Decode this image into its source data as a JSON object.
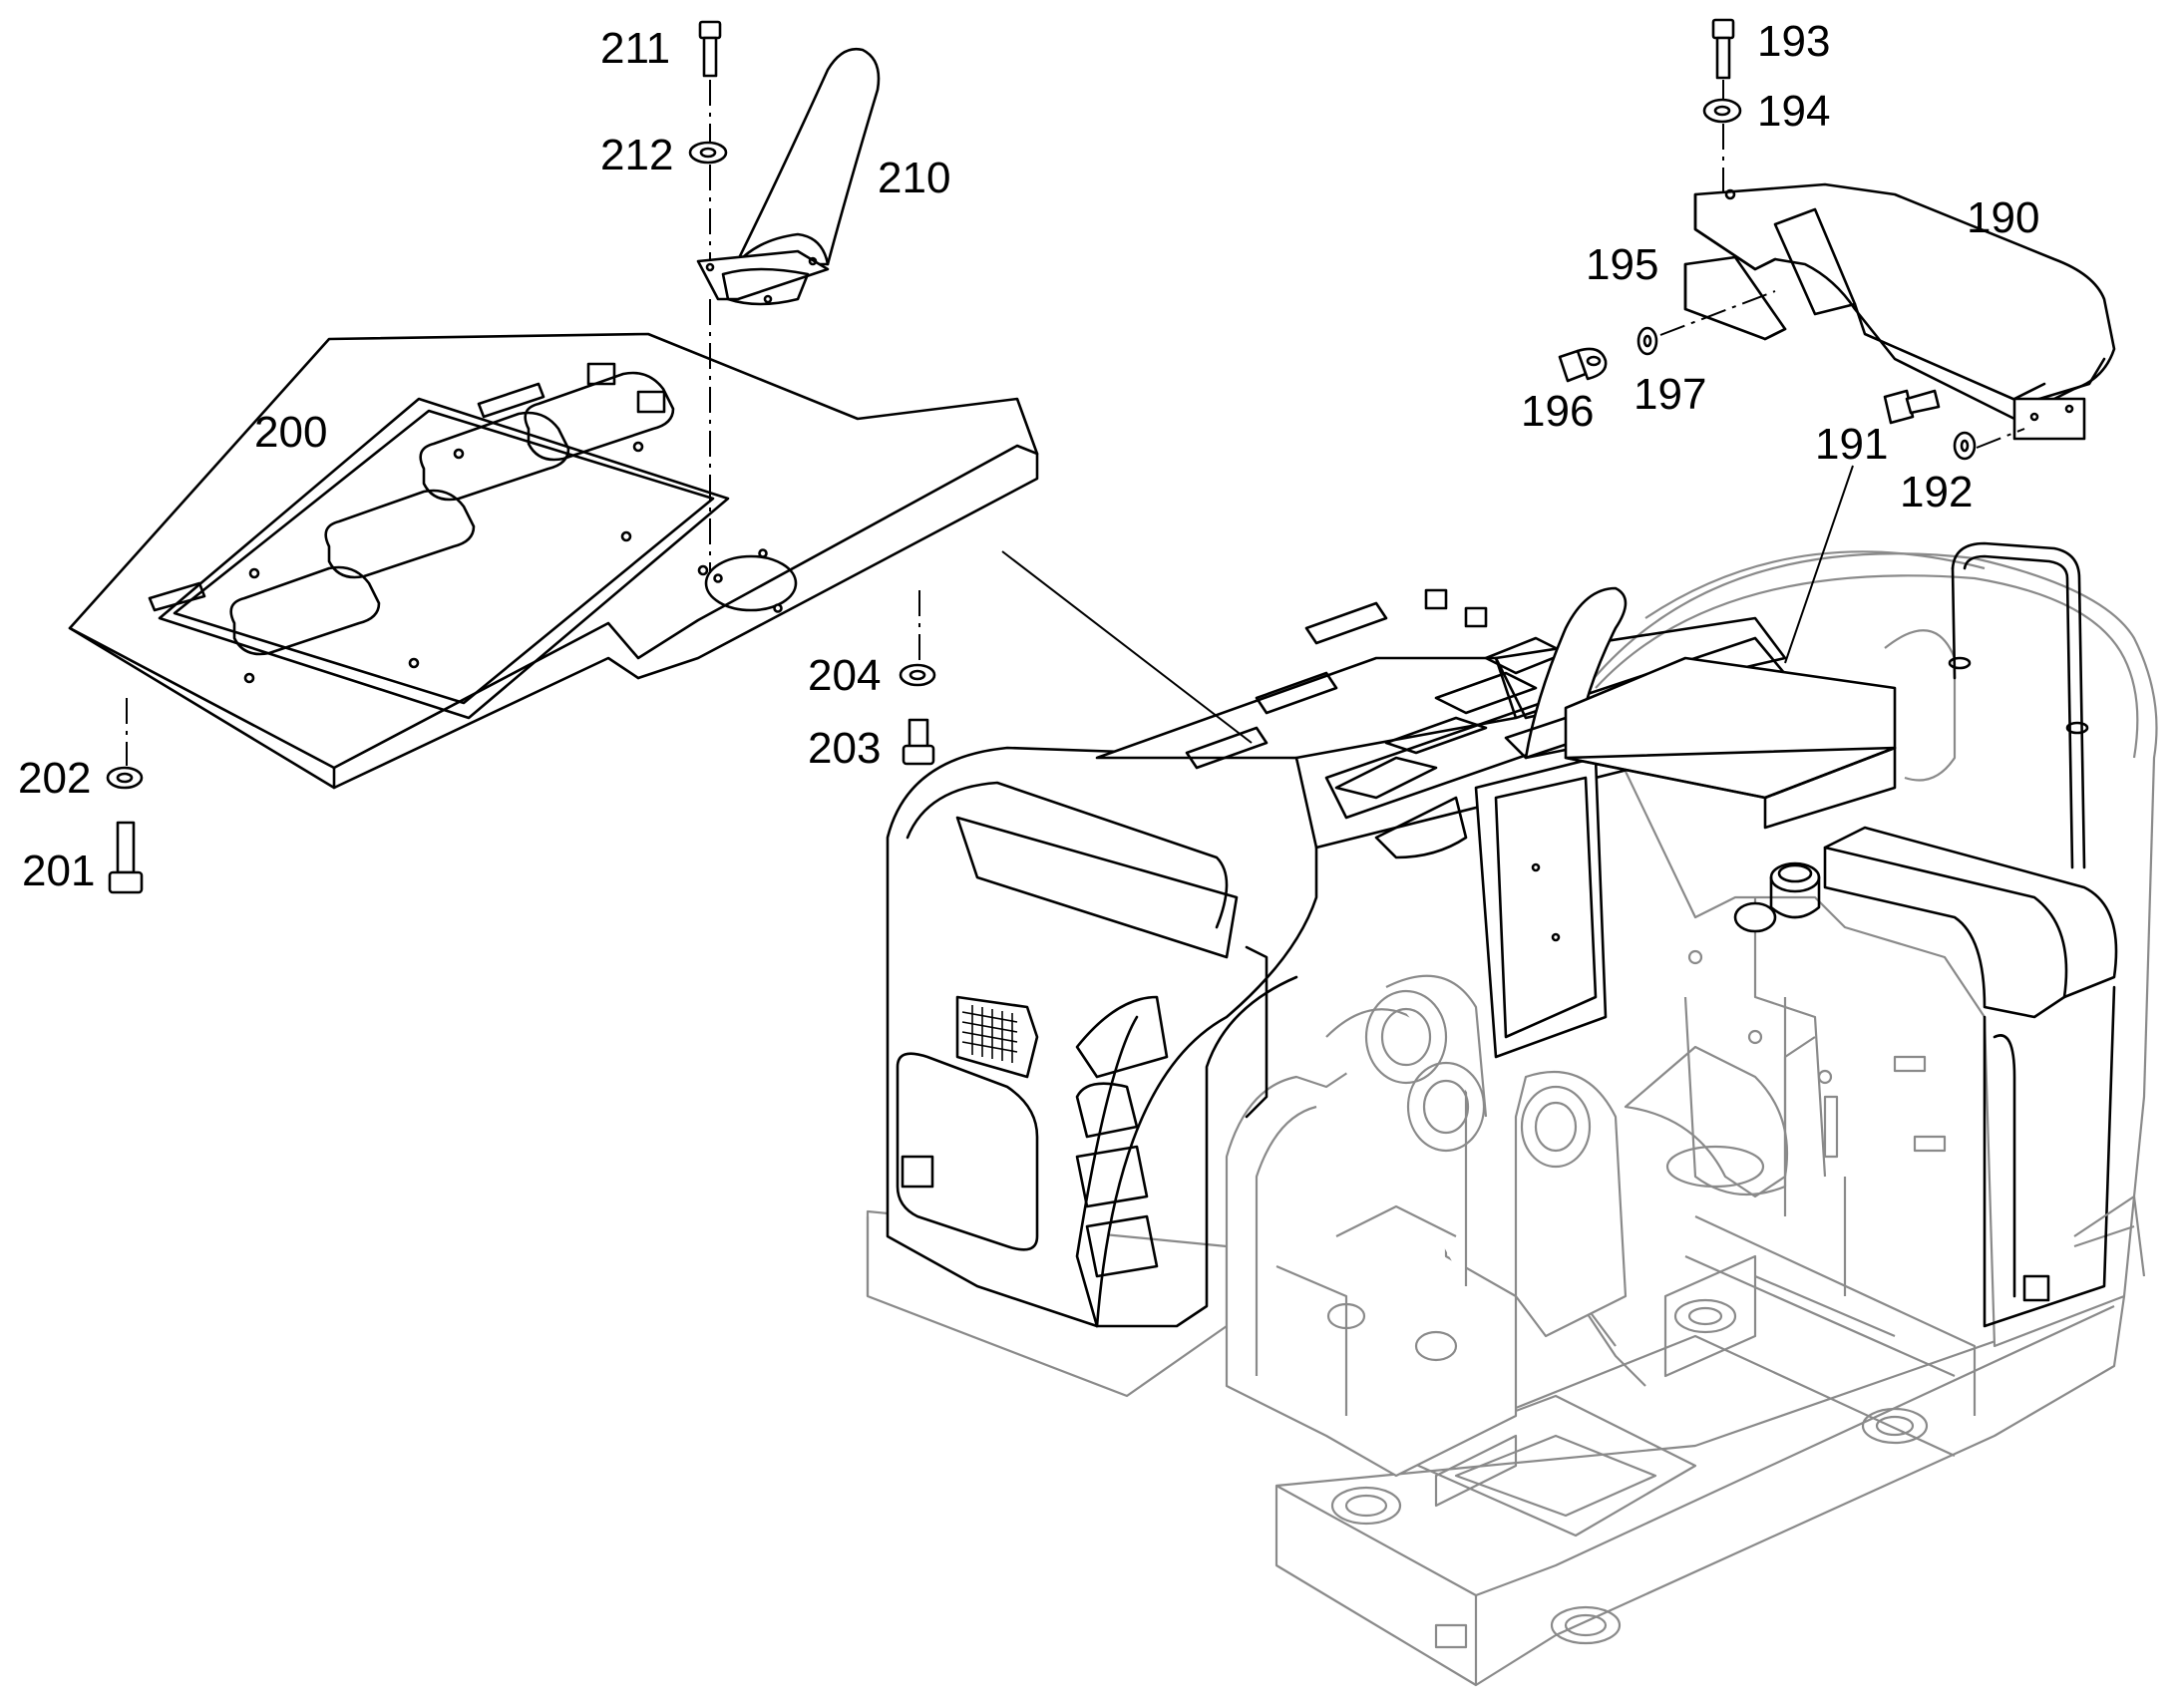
{
  "diagram": {
    "part_labels": {
      "p190": "190",
      "p191": "191",
      "p192": "192",
      "p193": "193",
      "p194": "194",
      "p195": "195",
      "p196": "196",
      "p197": "197",
      "p200": "200",
      "p201": "201",
      "p202": "202",
      "p203": "203",
      "p204": "204",
      "p210": "210",
      "p211": "211",
      "p212": "212"
    },
    "colors": {
      "line": "#000000",
      "frame_line": "#8a8a8a",
      "background": "#ffffff"
    }
  }
}
